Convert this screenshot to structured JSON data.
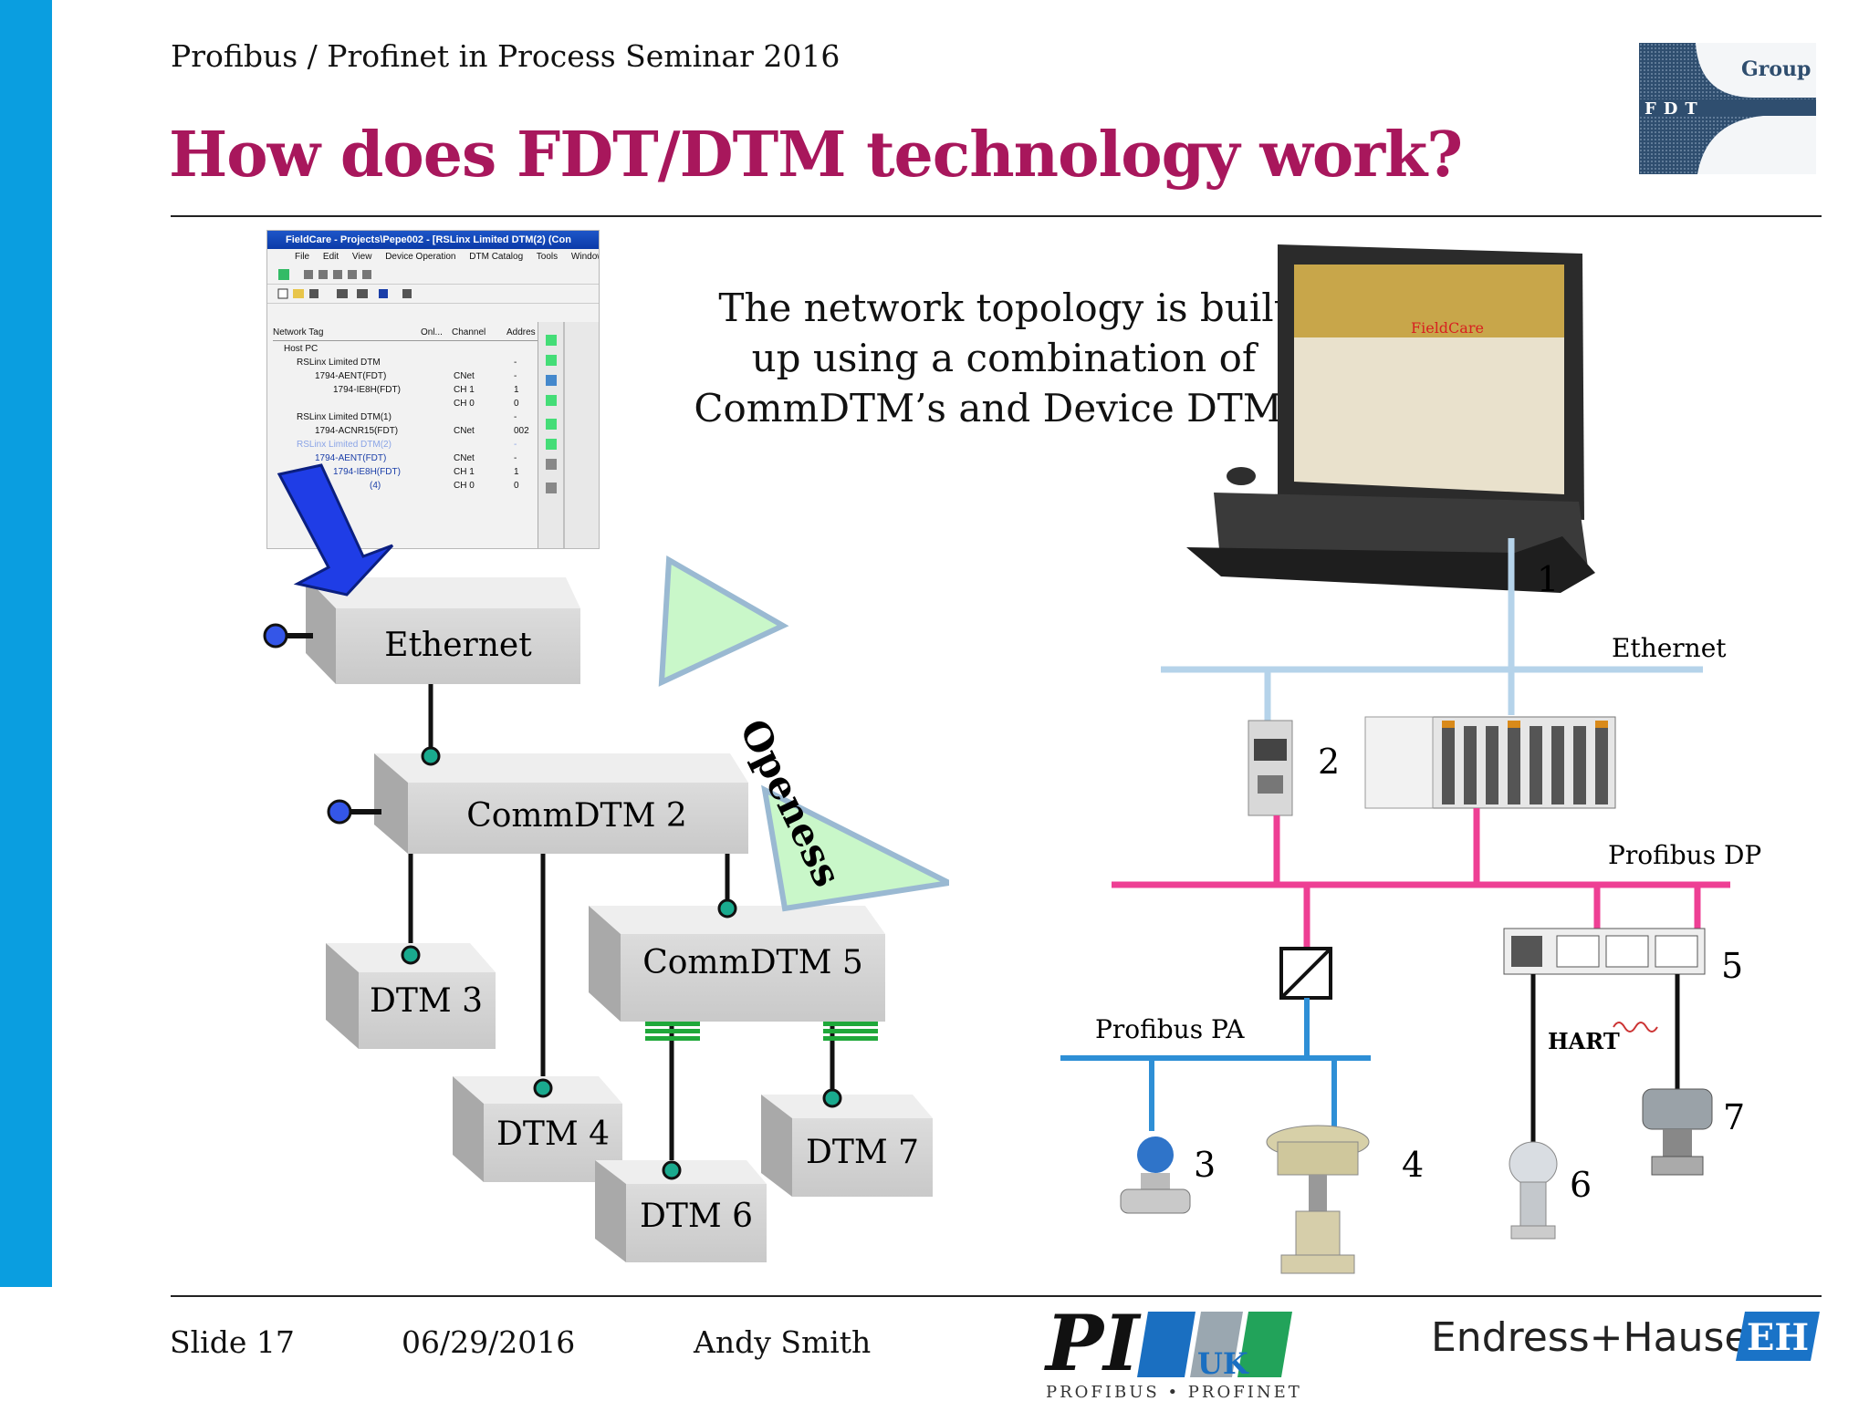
{
  "header": {
    "seminar": "Profibus / Profinet in Process Seminar 2016",
    "title": "How does FDT/DTM technology work?",
    "fdt_logo_group": "Group",
    "fdt_logo_text": "FDT"
  },
  "intro_text": "The network topology is built up using a combination of CommDTM’s and Device DTM’s",
  "screenshot": {
    "window_title": "FieldCare - Projects\\Pepe002 - [RSLinx Limited DTM(2) (Con",
    "menu": [
      "File",
      "Edit",
      "View",
      "Device Operation",
      "DTM Catalog",
      "Tools",
      "Window"
    ],
    "columns": [
      "Network Tag",
      "Onl...",
      "Channel",
      "Addres"
    ],
    "rows": [
      {
        "tag": "Host PC",
        "channel": "",
        "address": ""
      },
      {
        "tag": "RSLinx Limited DTM",
        "channel": "",
        "address": "-"
      },
      {
        "tag": "1794-AENT(FDT)",
        "channel": "CNet",
        "address": "-"
      },
      {
        "tag": "1794-IE8H(FDT)",
        "channel": "CH 1",
        "address": "1"
      },
      {
        "tag": "",
        "channel": "CH 0",
        "address": "0"
      },
      {
        "tag": "RSLinx Limited DTM(1)",
        "channel": "",
        "address": "-"
      },
      {
        "tag": "1794-ACNR15(FDT)",
        "channel": "CNet",
        "address": "002"
      },
      {
        "tag": "RSLinx Limited DTM(2)",
        "channel": "",
        "address": "-"
      },
      {
        "tag": "1794-AENT(FDT)",
        "channel": "CNet",
        "address": "-"
      },
      {
        "tag": "1794-IE8H(FDT)",
        "channel": "CH 1",
        "address": "1"
      },
      {
        "tag": "(4)",
        "channel": "CH 0",
        "address": "0"
      }
    ]
  },
  "dtm_tree": {
    "ethernet": "Ethernet",
    "comm2": "CommDTM 2",
    "comm5": "CommDTM 5",
    "dtm3": "DTM 3",
    "dtm4": "DTM 4",
    "dtm6": "DTM 6",
    "dtm7": "DTM 7",
    "openess": "Openess"
  },
  "network": {
    "monitor_label": "FieldCare",
    "ethernet": "Ethernet",
    "profibus_dp": "Profibus DP",
    "profibus_pa": "Profibus PA",
    "hart": "HART",
    "n1": "1",
    "n2": "2",
    "n3": "3",
    "n4": "4",
    "n5": "5",
    "n6": "6",
    "n7": "7",
    "colors": {
      "ethernet": "#b5d3ea",
      "profibus_dp": "#ee3f94",
      "profibus_pa": "#2e8fd6"
    }
  },
  "footer": {
    "slide": "Slide 17",
    "date": "06/29/2016",
    "author": "Andy Smith",
    "pi_text": "PI",
    "pi_uk": "UK",
    "pi_sub": "PROFIBUS • PROFINET",
    "eh_text": "Endress+Hauser",
    "eh_logo": "EH"
  }
}
